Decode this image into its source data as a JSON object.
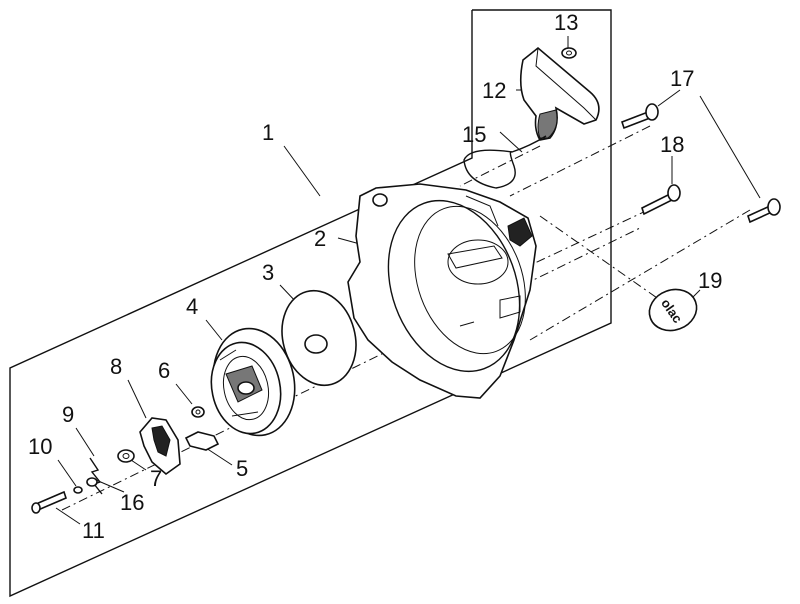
{
  "diagram": {
    "part_labels": [
      "1",
      "2",
      "3",
      "4",
      "5",
      "6",
      "7",
      "8",
      "9",
      "10",
      "11",
      "12",
      "13",
      "15",
      "16",
      "17",
      "18",
      "19"
    ],
    "decal_text": "olac"
  }
}
